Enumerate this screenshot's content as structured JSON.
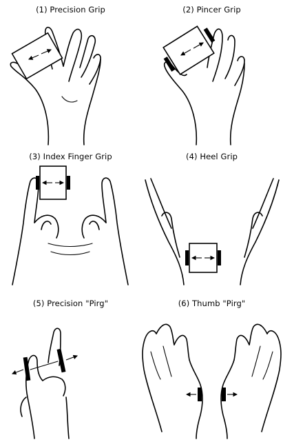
{
  "panels": [
    {
      "label": "(1) Precision Grip"
    },
    {
      "label": "(2) Pincer Grip"
    },
    {
      "label": "(3) Index Finger Grip"
    },
    {
      "label": "(4) Heel Grip"
    },
    {
      "label": "(5) Precision \"Pirg\""
    },
    {
      "label": "(6) Thumb \"Pirg\""
    }
  ]
}
